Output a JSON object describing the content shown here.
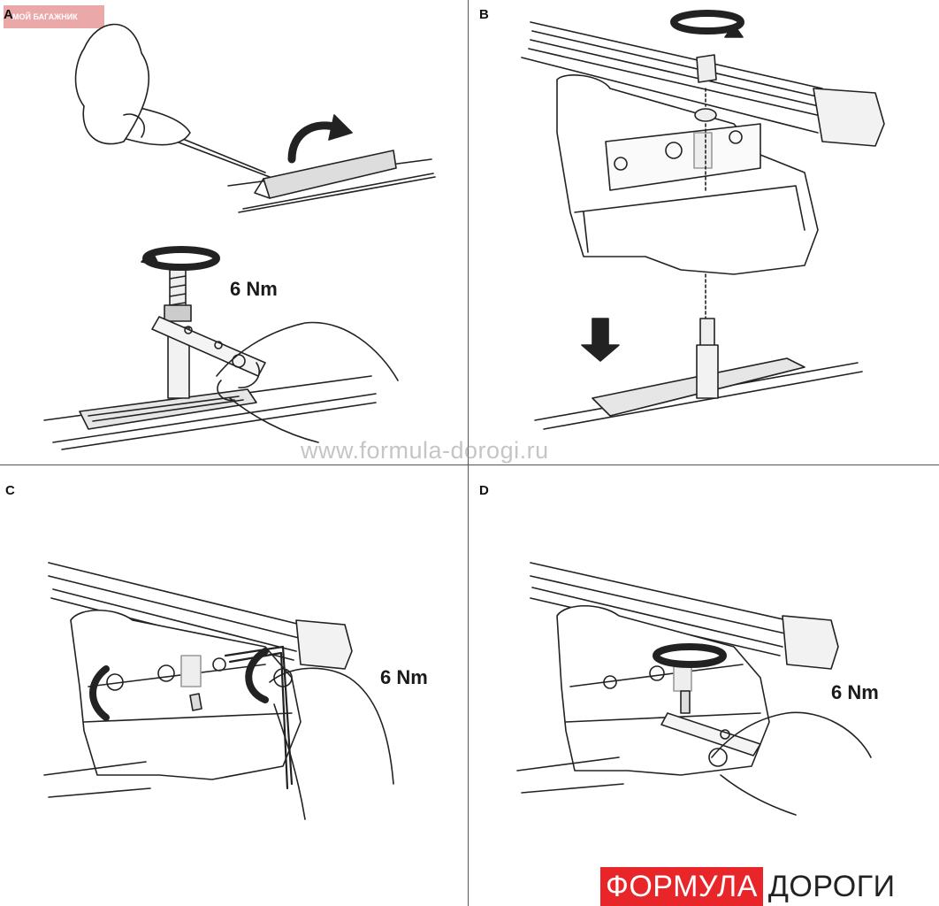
{
  "panels": {
    "a": {
      "label": "A",
      "torque": "6 Nm"
    },
    "b": {
      "label": "B"
    },
    "c": {
      "label": "C",
      "torque": "6 Nm"
    },
    "d": {
      "label": "D",
      "torque": "6 Nm"
    }
  },
  "badge": "МОЙ БАГАЖНИК",
  "watermark": "www.formula-dorogi.ru",
  "logo": {
    "red_part": "ФОРМУЛА",
    "dark_part": "ДОРОГИ",
    "red_color": "#e8262a"
  }
}
